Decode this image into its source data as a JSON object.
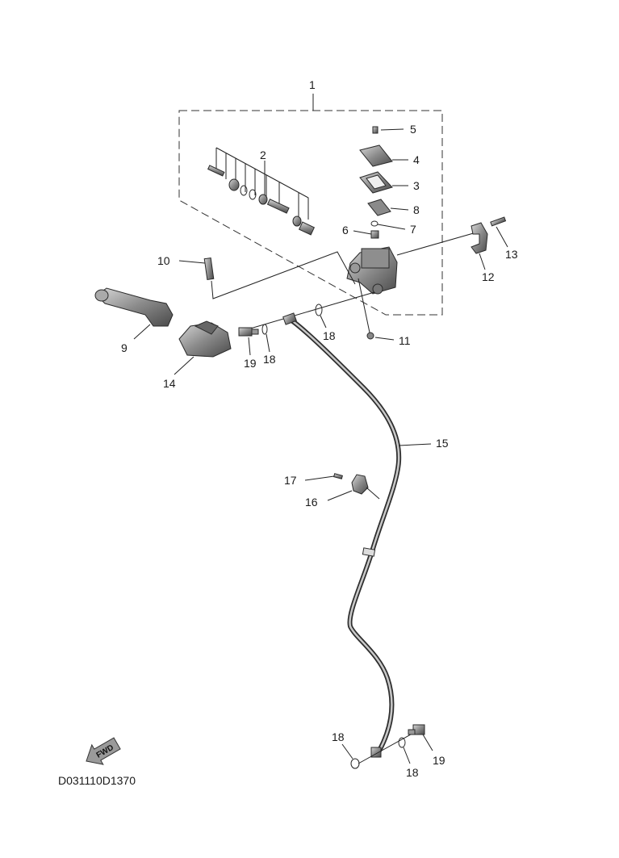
{
  "diagram": {
    "document_code": "D031110D1370",
    "fwd_label": "FWD",
    "callouts": [
      "1",
      "2",
      "3",
      "4",
      "5",
      "6",
      "7",
      "8",
      "9",
      "10",
      "11",
      "12",
      "13",
      "14",
      "15",
      "16",
      "17",
      "18",
      "18",
      "18",
      "18",
      "19",
      "19"
    ]
  }
}
